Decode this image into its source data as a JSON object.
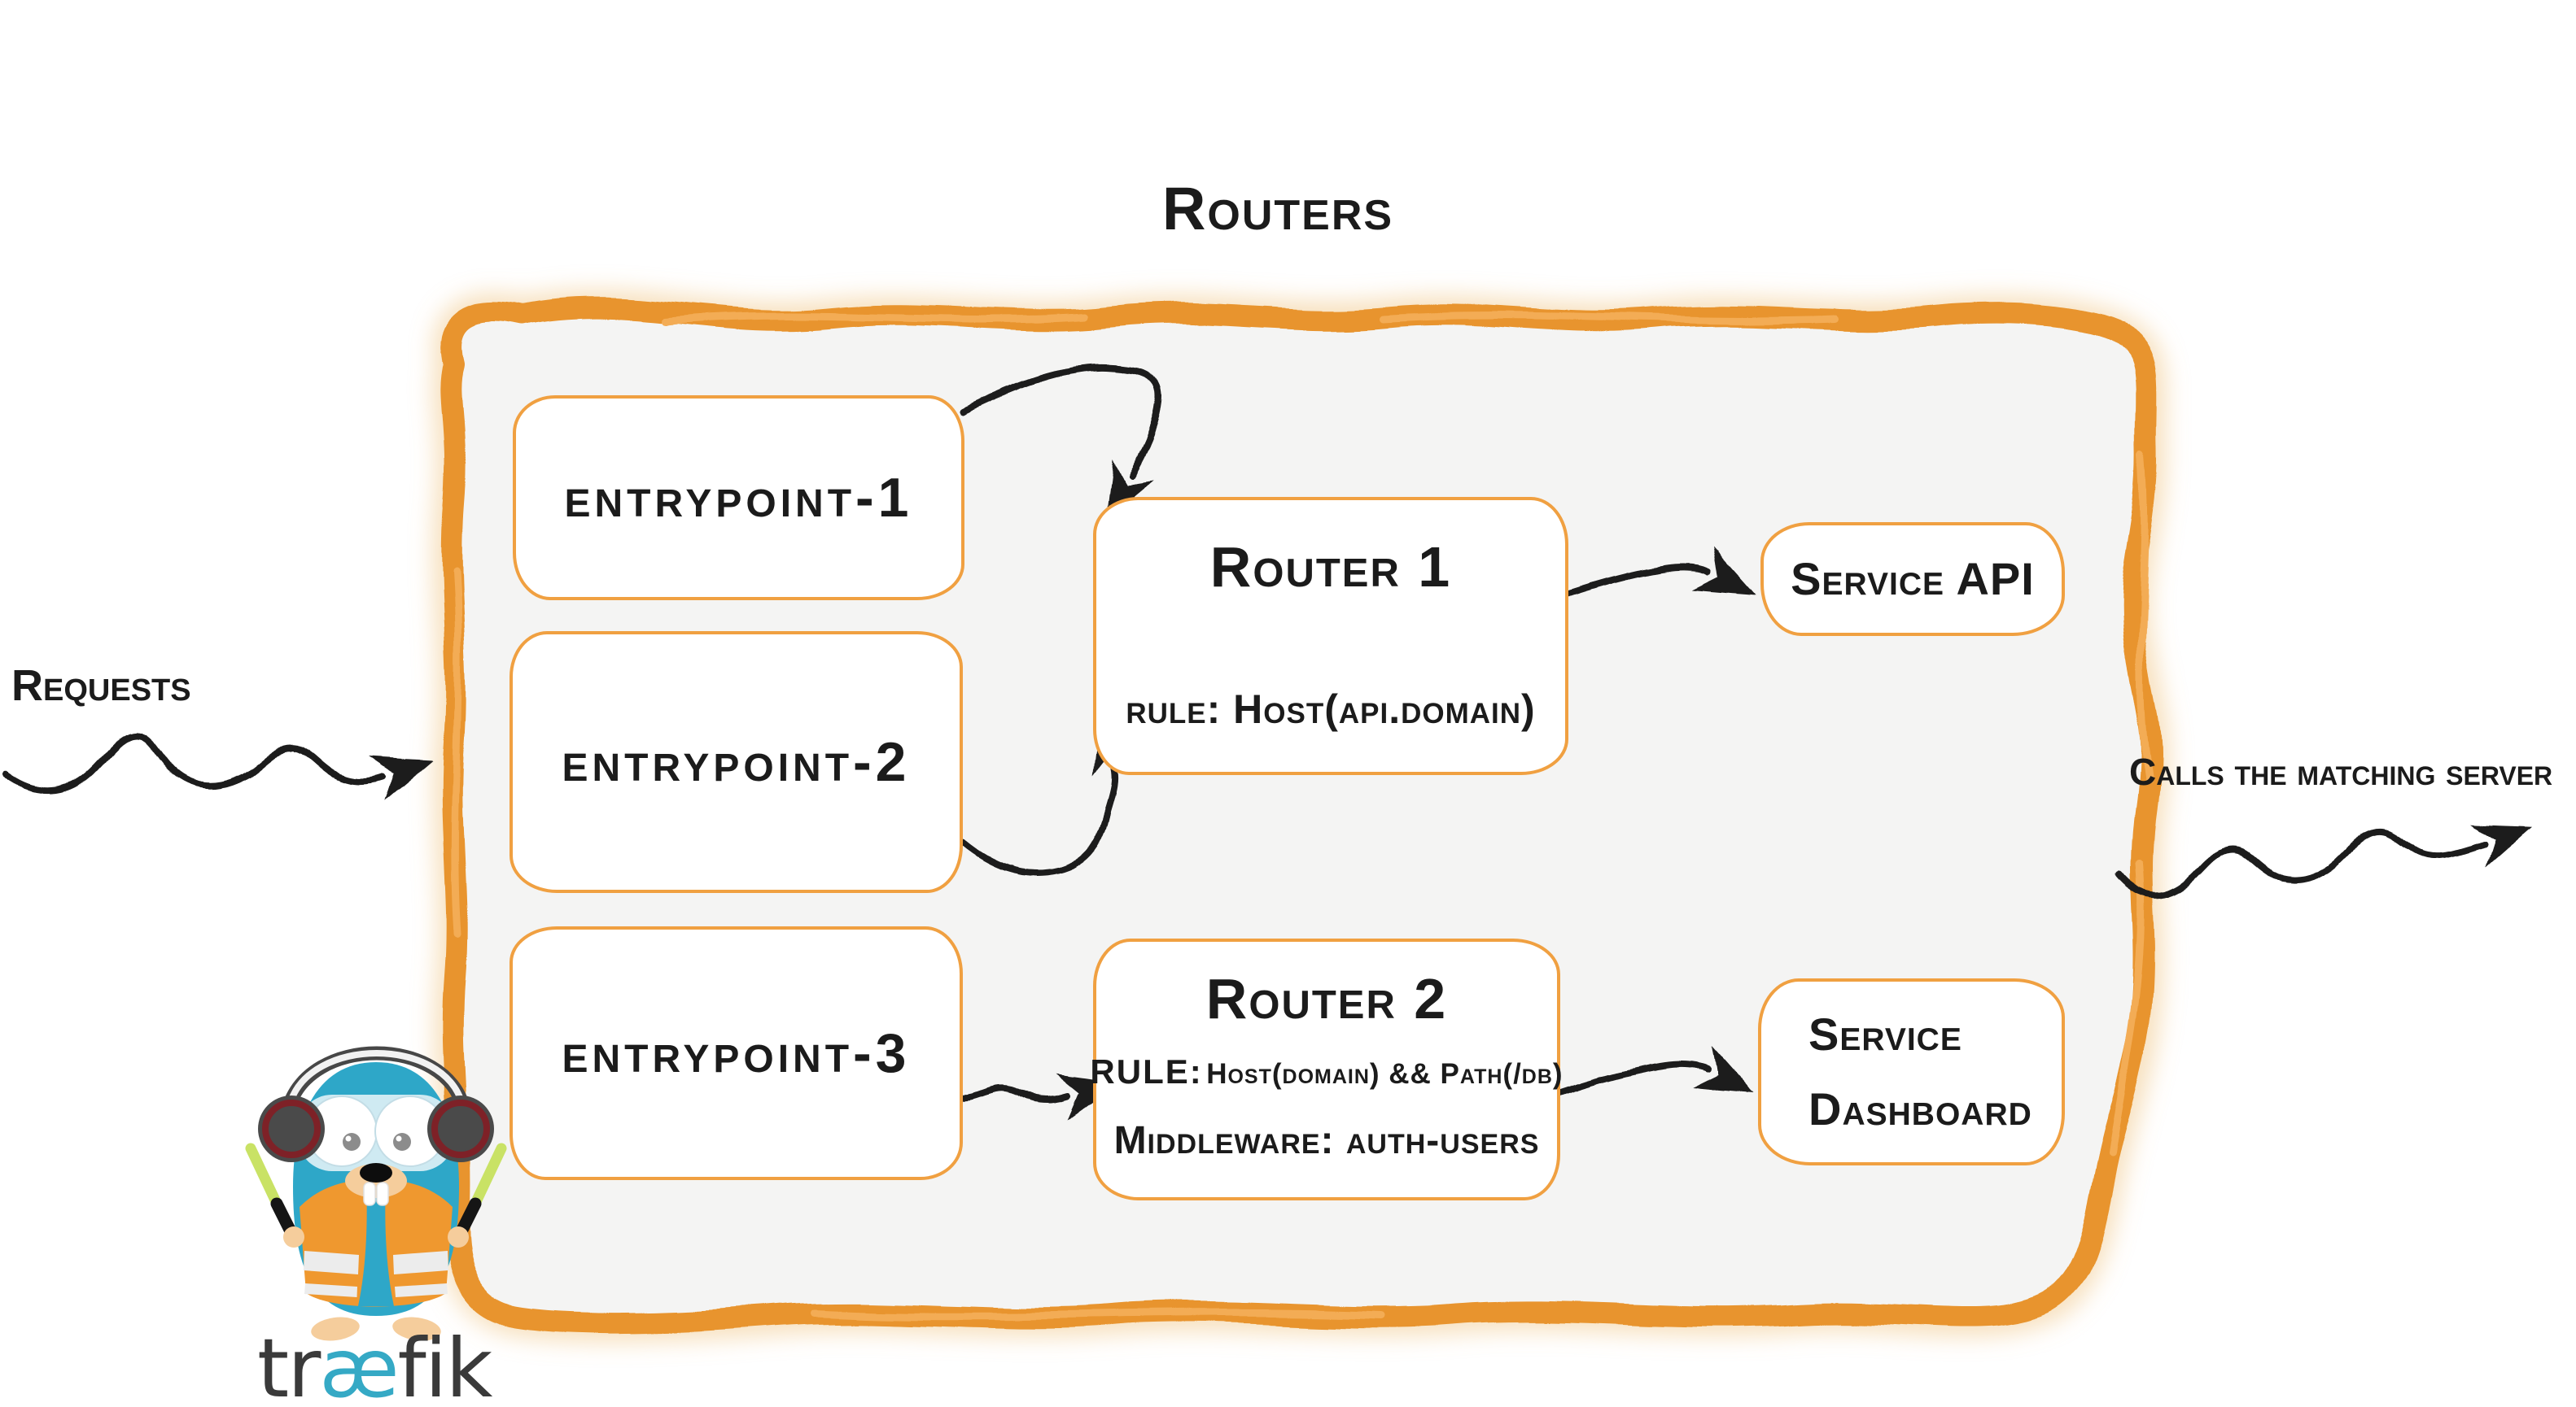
{
  "title": "Routers",
  "entrypoints": [
    {
      "label": "entrypoint-1"
    },
    {
      "label": "entrypoint-2"
    },
    {
      "label": "entrypoint-3"
    }
  ],
  "routers": [
    {
      "title": "Router 1",
      "rule": "rule: Host(api.domain)"
    },
    {
      "title": "Router 2",
      "rule_prefix": "Rule:",
      "rule_value": "Host(domain) && Path(/db)",
      "middleware": "Middleware: auth-users"
    }
  ],
  "services": [
    {
      "label": "Service API"
    },
    {
      "line1": "Service",
      "line2": "Dashboard"
    }
  ],
  "annotations": {
    "requests": "Requests",
    "calls": "Calls the matching server"
  },
  "logo": {
    "pre": "tr",
    "ligature": "æ",
    "post": "fik"
  },
  "colors": {
    "brand_orange": "#e8942d",
    "box_border": "#f0a041",
    "container_fill": "#f4f4f3",
    "ink": "#1e1e1e",
    "teal": "#2fa8c7",
    "wordmark_gray": "#3a3a3a",
    "wand_green": "#c9e265",
    "vest_orange": "#ef982f"
  }
}
